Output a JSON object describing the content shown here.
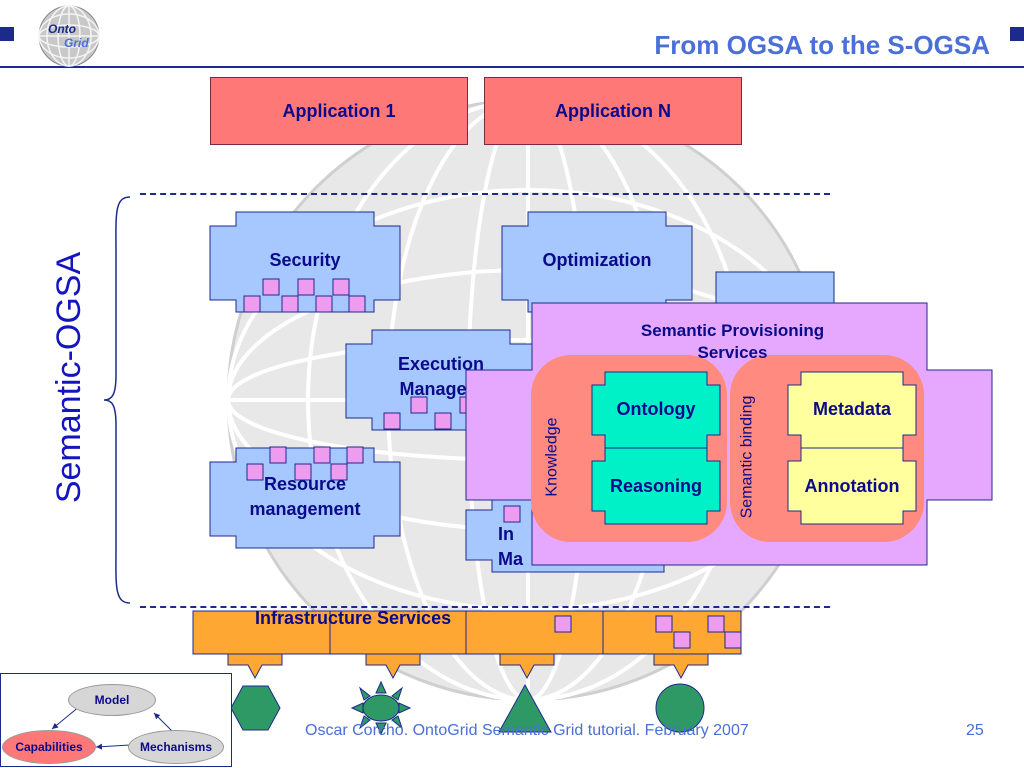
{
  "slide": {
    "title": "From OGSA to the S-OGSA",
    "logo_text": [
      "Onto",
      "Grid"
    ],
    "page_number": "25",
    "footer": "Oscar Corcho. OntoGrid Semantic Grid tutorial. February 2007"
  },
  "applications": [
    {
      "label": "Application 1"
    },
    {
      "label": "Application N"
    }
  ],
  "brace_label": "Semantic-OGSA",
  "services": {
    "security": "Security",
    "optimization": "Optimization",
    "execution": "Execution\nManagem",
    "resource": "Resource\nmanagement",
    "info": "In\nMa"
  },
  "infrastructure_label": "Infrastructure Services",
  "semantic_provisioning": {
    "title": "Semantic Provisioning\nServices",
    "knowledge_label": "Knowledge",
    "binding_label": "Semantic binding",
    "ontology": "Ontology",
    "reasoning": "Reasoning",
    "metadata": "Metadata",
    "annotation": "Annotation"
  },
  "model_diagram": {
    "model": "Model",
    "capabilities": "Capabilities",
    "mechanisms": "Mechanisms"
  },
  "colors": {
    "title_blue": "#4a6fd6",
    "navy": "#1c2a8c",
    "app_red": "#ff7878",
    "service_blue": "#a6c8ff",
    "infra_orange": "#ffa733",
    "sp_violet": "#e6a8ff",
    "knowledge_salmon": "#ff8a80",
    "ontology_cyan": "#00f0c8",
    "metadata_yellow": "#ffff9e",
    "chip_pink": "#ee9cf0",
    "shape_green": "#2e9964"
  }
}
